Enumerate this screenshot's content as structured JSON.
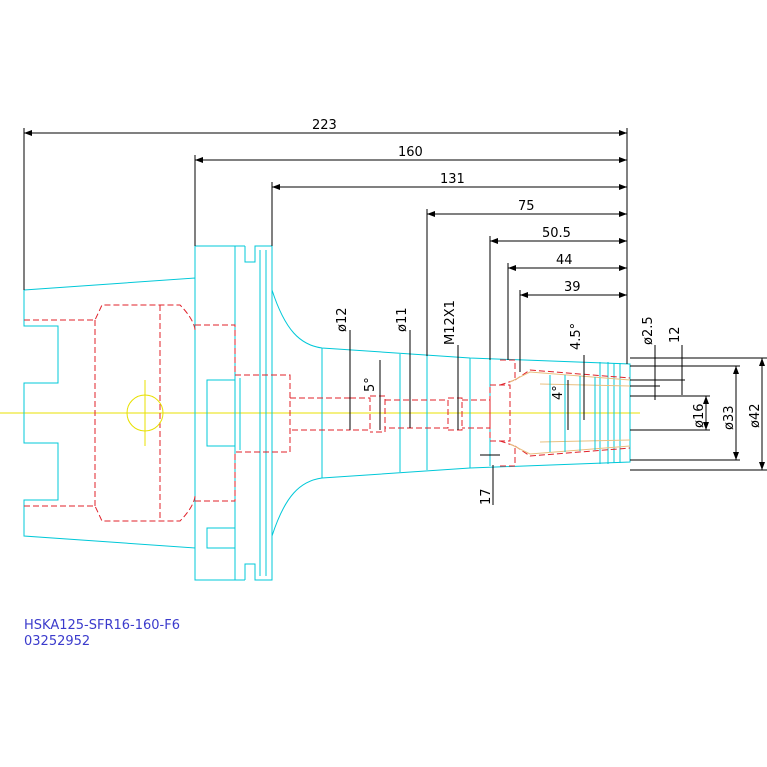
{
  "drawing": {
    "title": "HSKA125-SFR16-160-F6",
    "code": "03252952"
  },
  "dimensions": {
    "d223": "223",
    "d160": "160",
    "d131": "131",
    "d75": "75",
    "d50_5": "50.5",
    "d44": "44",
    "d39": "39",
    "d17": "17",
    "d12_len": "12",
    "dia12": "ø12",
    "dia11": "ø11",
    "thread": "M12X1",
    "dia2_5": "ø2.5",
    "dia16": "ø16",
    "dia33": "ø33",
    "dia42": "ø42",
    "ang5": "5°",
    "ang4_5": "4.5°",
    "ang4": "4°"
  },
  "colors": {
    "outline": "#00c8d8",
    "hidden": "#e0202a",
    "centerline": "#e8e000",
    "dimension": "#000000",
    "title": "#3b3bcc",
    "collet": "#e8c080"
  }
}
